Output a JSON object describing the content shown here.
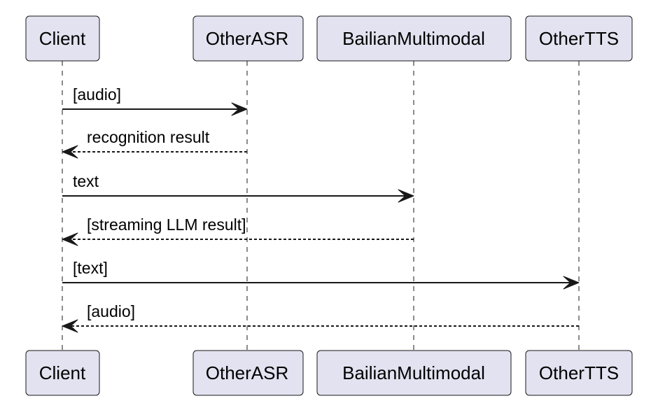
{
  "diagram": {
    "type": "sequence",
    "participants": [
      {
        "id": "client",
        "label": "Client"
      },
      {
        "id": "otherasr",
        "label": "OtherASR"
      },
      {
        "id": "bailian",
        "label": "BailianMultimodal"
      },
      {
        "id": "othertts",
        "label": "OtherTTS"
      }
    ],
    "messages": [
      {
        "from": "client",
        "to": "otherasr",
        "label": "[audio]",
        "style": "solid"
      },
      {
        "from": "otherasr",
        "to": "client",
        "label": "recognition result",
        "style": "dashed"
      },
      {
        "from": "client",
        "to": "bailian",
        "label": "text",
        "style": "solid"
      },
      {
        "from": "bailian",
        "to": "client",
        "label": "[streaming LLM result]",
        "style": "dashed"
      },
      {
        "from": "client",
        "to": "othertts",
        "label": "[text]",
        "style": "solid"
      },
      {
        "from": "othertts",
        "to": "client",
        "label": "[audio]",
        "style": "dashed"
      }
    ],
    "colors": {
      "participant_fill": "#e2e2f0",
      "line": "#181818",
      "text": "#000000"
    }
  }
}
